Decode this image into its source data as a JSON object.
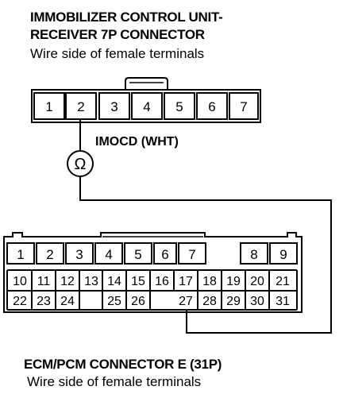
{
  "top_title_line1": "IMMOBILIZER CONTROL UNIT-",
  "top_title_line2": "RECEIVER 7P CONNECTOR",
  "top_subtitle": "Wire side of female terminals",
  "top_pins": [
    "1",
    "2",
    "3",
    "4",
    "5",
    "6",
    "7"
  ],
  "wire_label": "IMOCD (WHT)",
  "meter_symbol": "Ω",
  "bottom_title": "ECM/PCM CONNECTOR E (31P)",
  "bottom_subtitle": "Wire side of female terminals",
  "bottom_row1": [
    "1",
    "2",
    "3",
    "4",
    "5",
    "6",
    "7",
    "8",
    "9"
  ],
  "bottom_row2": [
    "10",
    "11",
    "12",
    "13",
    "14",
    "15",
    "16",
    "17",
    "18",
    "19",
    "20",
    "21"
  ],
  "bottom_row3": [
    "22",
    "23",
    "24",
    "25",
    "26",
    "27",
    "28",
    "29",
    "30",
    "31"
  ]
}
